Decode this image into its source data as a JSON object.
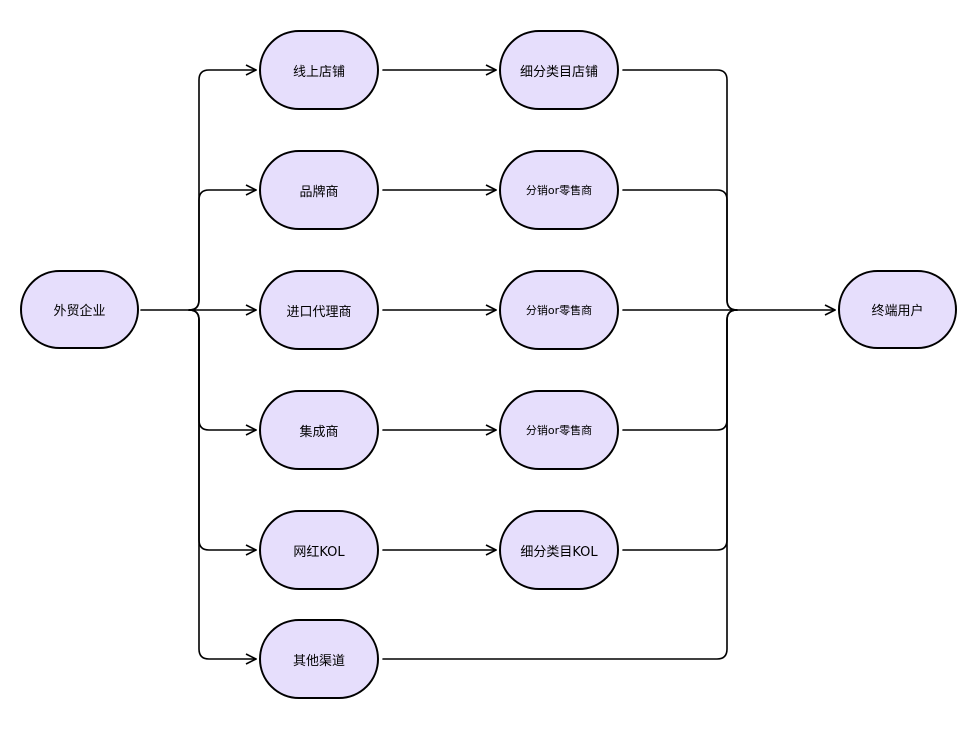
{
  "colors": {
    "node_fill": "#e6defc",
    "node_stroke": "#000000",
    "edge_stroke": "#000000"
  },
  "nodes": {
    "source": "外贸企业",
    "channels": [
      "线上店铺",
      "品牌商",
      "进口代理商",
      "集成商",
      "网红KOL",
      "其他渠道"
    ],
    "sub_channels": [
      "细分类目店铺",
      "分销or零售商",
      "分销or零售商",
      "分销or零售商",
      "细分类目KOL"
    ],
    "target": "终端用户"
  }
}
